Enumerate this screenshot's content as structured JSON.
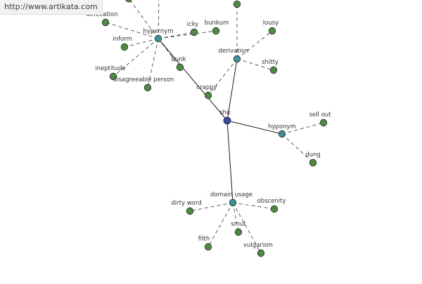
{
  "source_url": "http://www.artikata.com",
  "colors": {
    "root_node": "#3c4aa0",
    "relation_node": "#3f8f96",
    "word_node": "#4e8a42",
    "node_stroke": "#2a2a2a",
    "solid_edge": "#1a1a1a",
    "dashed_edge": "#333333"
  },
  "root": {
    "id": "shit",
    "label": "shit"
  },
  "relations": [
    {
      "id": "hypernym",
      "label": "hypernym"
    },
    {
      "id": "derivation",
      "label": "derivation"
    },
    {
      "id": "hyponym",
      "label": "hyponym"
    },
    {
      "id": "domain_usage",
      "label": "domain usage"
    }
  ],
  "words": [
    {
      "id": "defecation",
      "label": "defecation",
      "relation": "hypernym"
    },
    {
      "id": "inform",
      "label": "inform",
      "relation": "hypernym"
    },
    {
      "id": "ineptitude",
      "label": "ineptitude",
      "relation": "hypernym"
    },
    {
      "id": "disagreeable_person",
      "label": "disagreeable person",
      "relation": "hypernym"
    },
    {
      "id": "icky",
      "label": "icky",
      "relation": "hypernym"
    },
    {
      "id": "bunkum",
      "label": "bunkum",
      "relation": "hypernym"
    },
    {
      "id": "bunk",
      "label": "bunk",
      "relation": "hypernym"
    },
    {
      "id": "hyp_extra_1",
      "label": "",
      "relation": "hypernym"
    },
    {
      "id": "hyp_extra_2",
      "label": "",
      "relation": "hypernym"
    },
    {
      "id": "lousy",
      "label": "lousy",
      "relation": "derivation"
    },
    {
      "id": "shitty",
      "label": "shitty",
      "relation": "derivation"
    },
    {
      "id": "crappy",
      "label": "crappy",
      "relation": "derivation"
    },
    {
      "id": "der_extra",
      "label": "",
      "relation": "derivation"
    },
    {
      "id": "sell_out",
      "label": "sell out",
      "relation": "hyponym"
    },
    {
      "id": "dung",
      "label": "dung",
      "relation": "hyponym"
    },
    {
      "id": "dirty_word",
      "label": "dirty word",
      "relation": "domain_usage"
    },
    {
      "id": "obscenity",
      "label": "obscenity",
      "relation": "domain_usage"
    },
    {
      "id": "smut",
      "label": "smut",
      "relation": "domain_usage"
    },
    {
      "id": "filth",
      "label": "filth",
      "relation": "domain_usage"
    },
    {
      "id": "vulgarism",
      "label": "vulgarism",
      "relation": "domain_usage"
    }
  ]
}
